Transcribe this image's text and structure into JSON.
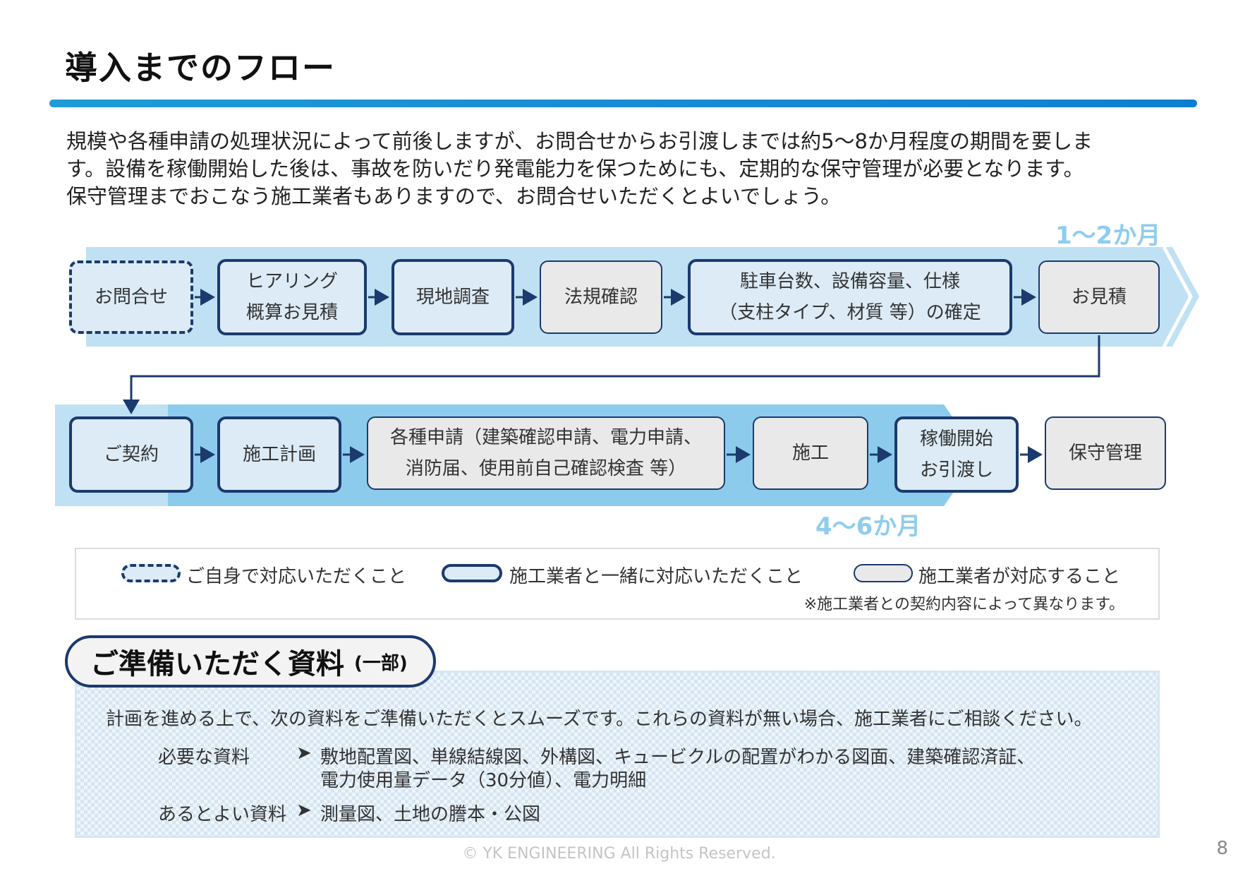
{
  "title": "導入までのフロー",
  "intro": [
    "規模や各種申請の処理状況によって前後しますが、お問合せからお引渡しまでは約5〜8か月程度の期間を要しま",
    "す。設備を稼働開始した後は、事故を防いだり発電能力を保つためにも、定期的な保守管理が必要となります。",
    "保守管理までおこなう施工業者もありますので、お問合せいただくとよいでしょう。"
  ],
  "durations": {
    "row1": "1〜2か月",
    "row2": "4〜6か月"
  },
  "steps_row1": [
    {
      "lines": [
        "お問合せ"
      ],
      "kind": "self"
    },
    {
      "lines": [
        "ヒアリング",
        "概算お見積"
      ],
      "kind": "joint"
    },
    {
      "lines": [
        "現地調査"
      ],
      "kind": "joint"
    },
    {
      "lines": [
        "法規確認"
      ],
      "kind": "vendor"
    },
    {
      "lines": [
        "駐車台数、設備容量、仕様",
        "（支柱タイプ、材質 等）の確定"
      ],
      "kind": "joint"
    },
    {
      "lines": [
        "お見積"
      ],
      "kind": "vendor"
    }
  ],
  "steps_row2": [
    {
      "lines": [
        "ご契約"
      ],
      "kind": "joint"
    },
    {
      "lines": [
        "施工計画"
      ],
      "kind": "joint"
    },
    {
      "lines": [
        "各種申請（建築確認申請、電力申請、",
        "消防届、使用前自己確認検査 等）"
      ],
      "kind": "vendor"
    },
    {
      "lines": [
        "施工"
      ],
      "kind": "vendor"
    },
    {
      "lines": [
        "稼働開始",
        "お引渡し"
      ],
      "kind": "joint"
    },
    {
      "lines": [
        "保守管理"
      ],
      "kind": "vendor"
    }
  ],
  "legend": {
    "self": "ご自身で対応いただくこと",
    "joint": "施工業者と一緒に対応いただくこと",
    "vendor": "施工業者が対応すること",
    "note": "※施工業者との契約内容によって異なります。"
  },
  "materials": {
    "heading": "ご準備いただく資料",
    "heading_sub": "(一部)",
    "lead": "計画を進める上で、次の資料をご準備いただくとスムーズです。これらの資料が無い場合、施工業者にご相談ください。",
    "required_label": "必要な資料",
    "required_lines": [
      "敷地配置図、単線結線図、外構図、キュービクルの配置がわかる図面、建築確認済証、",
      "電力使用量データ（30分値）、電力明細"
    ],
    "optional_label": "あるとよい資料",
    "optional_lines": [
      "測量図、土地の謄本・公図"
    ],
    "bullet": "➤"
  },
  "footer": "© YK ENGINEERING All Rights Reserved.",
  "page_number": "8",
  "colors": {
    "navy": "#1b3a6e",
    "band_light": "#bfe1f3",
    "band_dark": "#8ccbec",
    "accent": "#1f9bd7"
  }
}
